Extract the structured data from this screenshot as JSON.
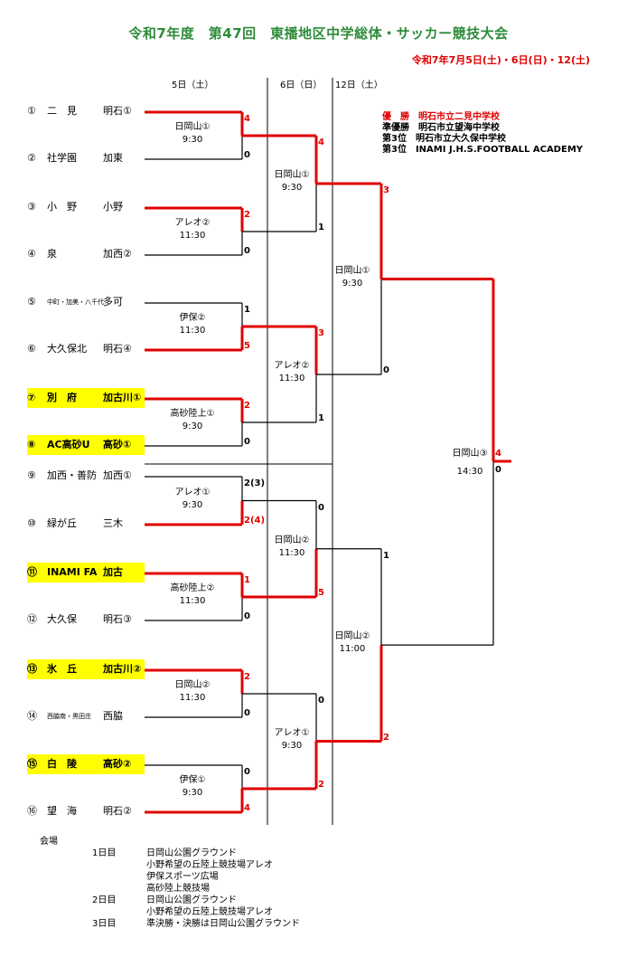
{
  "title": "令和7年度　第47回　東播地区中学総体・サッカー競技大会",
  "dates": "令和7年7月5日(土)・6日(日)・12(土)",
  "day_headers": [
    "5日（土）",
    "6日（日）",
    "12日（土）"
  ],
  "results": {
    "champion": "優　勝　明石市立二見中学校",
    "runner_up": "準優勝　明石市立望海中学校",
    "third_1": "第3位　明石市立大久保中学校",
    "third_2": "第3位　INAMI J.H.S.FOOTBALL ACADEMY"
  },
  "teams": [
    {
      "num": "①",
      "name": "二　見",
      "code": "明石①"
    },
    {
      "num": "②",
      "name": "社学園",
      "code": "加東"
    },
    {
      "num": "③",
      "name": "小　野",
      "code": "小野"
    },
    {
      "num": "④",
      "name": "泉",
      "code": "加西②"
    },
    {
      "num": "⑤",
      "name": "中町・加美・八千代",
      "code": "多可"
    },
    {
      "num": "⑥",
      "name": "大久保北",
      "code": "明石④"
    },
    {
      "num": "⑦",
      "name": "別　府",
      "code": "加古川①"
    },
    {
      "num": "⑧",
      "name": "AC高砂U",
      "code": "高砂①"
    },
    {
      "num": "⑨",
      "name": "加西・善防",
      "code": "加西①"
    },
    {
      "num": "⑩",
      "name": "緑が丘",
      "code": "三木"
    },
    {
      "num": "⑪",
      "name": "INAMI FA",
      "code": "加古"
    },
    {
      "num": "⑫",
      "name": "大久保",
      "code": "明石③"
    },
    {
      "num": "⑬",
      "name": "氷　丘",
      "code": "加古川②"
    },
    {
      "num": "⑭",
      "name": "西脇南・黒田庄",
      "code": "西脇"
    },
    {
      "num": "⑮",
      "name": "白　陵",
      "code": "高砂②"
    },
    {
      "num": "⑯",
      "name": "望　海",
      "code": "明石②"
    }
  ],
  "r1_matches": [
    {
      "venue": "日岡山①",
      "time": "9:30",
      "s1": "4",
      "s2": "0"
    },
    {
      "venue": "アレオ②",
      "time": "11:30",
      "s1": "2",
      "s2": "0"
    },
    {
      "venue": "伊保②",
      "time": "11:30",
      "s1": "1",
      "s2": "5"
    },
    {
      "venue": "高砂陸上①",
      "time": "9:30",
      "s1": "2",
      "s2": "0"
    },
    {
      "venue": "アレオ①",
      "time": "9:30",
      "s1": "2(3)",
      "s2": "2(4)"
    },
    {
      "venue": "高砂陸上②",
      "time": "11:30",
      "s1": "1",
      "s2": "0"
    },
    {
      "venue": "日岡山②",
      "time": "11:30",
      "s1": "2",
      "s2": "0"
    },
    {
      "venue": "伊保①",
      "time": "9:30",
      "s1": "0",
      "s2": "4"
    }
  ],
  "qf_matches": [
    {
      "venue": "日岡山①",
      "time": "9:30",
      "s1": "4",
      "s2": "1"
    },
    {
      "venue": "アレオ②",
      "time": "11:30",
      "s1": "3",
      "s2": "1"
    },
    {
      "venue": "日岡山②",
      "time": "11:30",
      "s1": "0",
      "s2": "5"
    },
    {
      "venue": "アレオ①",
      "time": "9:30",
      "s1": "0",
      "s2": "2"
    }
  ],
  "sf_matches": [
    {
      "venue": "日岡山①",
      "time": "9:30",
      "s1": "3",
      "s2": "0"
    },
    {
      "venue": "日岡山②",
      "time": "11:00",
      "s1": "1",
      "s2": "2"
    }
  ],
  "final": {
    "venue": "日岡山③",
    "time": "14:30",
    "s1": "4",
    "s2": "0"
  },
  "venues_section": {
    "heading": "会場",
    "rows": [
      {
        "day": "1日目",
        "text": "日岡山公園グラウンド"
      },
      {
        "day": "",
        "text": "小野希望の丘陸上競技場アレオ"
      },
      {
        "day": "",
        "text": "伊保スポーツ広場"
      },
      {
        "day": "",
        "text": "高砂陸上競技場"
      },
      {
        "day": "2日目",
        "text": "日岡山公園グラウンド"
      },
      {
        "day": "",
        "text": "小野希望の丘陸上競技場アレオ"
      },
      {
        "day": "3日目",
        "text": "準決勝・決勝は日岡山公園グラウンド"
      }
    ]
  },
  "colors": {
    "title": "#2e8b3a",
    "winner_line": "#e00000",
    "highlight": "#ffff00"
  }
}
